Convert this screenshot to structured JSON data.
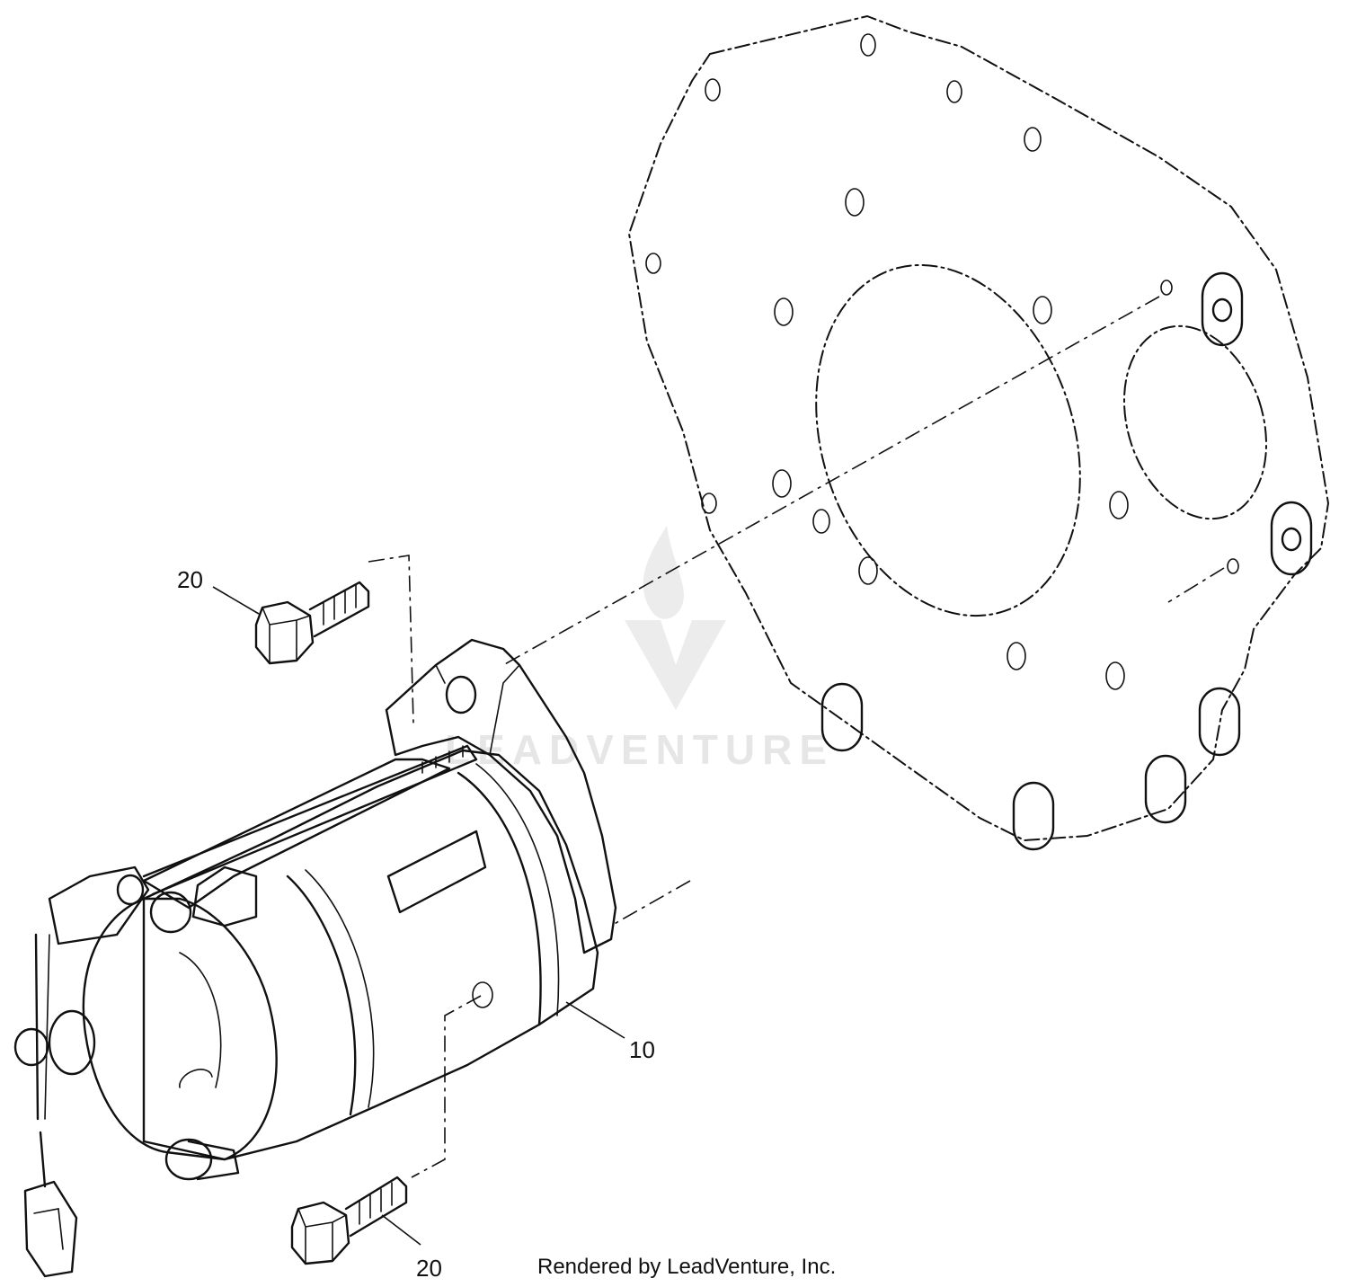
{
  "callouts": {
    "bolt_top": "20",
    "starter": "10",
    "bolt_bottom": "20"
  },
  "watermark": {
    "text": "LEADVENTURE"
  },
  "credit": "Rendered by LeadVenture, Inc."
}
